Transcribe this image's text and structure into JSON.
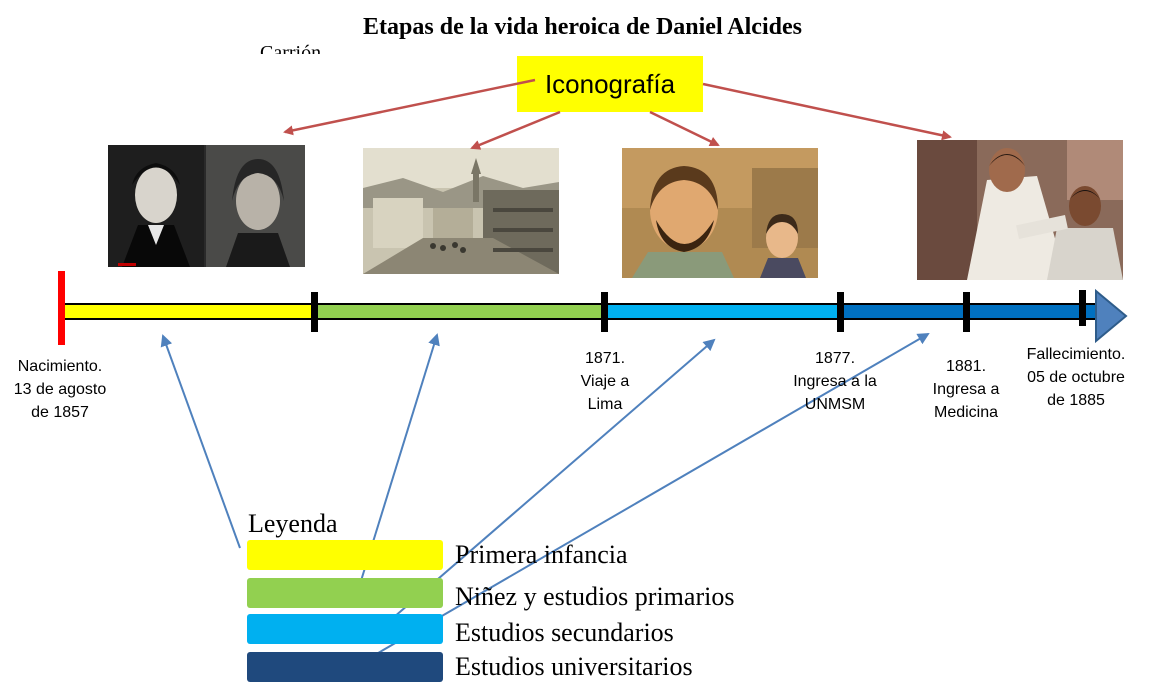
{
  "title": "Etapas de la vida heroica de Daniel Alcides",
  "stray_text": "Carrión",
  "iconografia_label": "Iconografía",
  "colors": {
    "yellow": "#ffff00",
    "green": "#92d050",
    "light_blue": "#00b0f0",
    "mid_blue": "#0070c0",
    "dark_blue": "#1f497d",
    "red_arrow": "#c0504d",
    "blue_arrow": "#4f81bd"
  },
  "milestones": [
    {
      "label": "Nacimiento.\n13 de agosto\nde 1857"
    },
    {
      "label": "1871.\nViaje a\nLima"
    },
    {
      "label": "1877.\nIngresa a la\nUNMSM"
    },
    {
      "label": "1881.\nIngresa a\nMedicina"
    },
    {
      "label": "Fallecimiento.\n05 de octubre\nde 1885"
    }
  ],
  "legend": {
    "title": "Leyenda",
    "items": [
      {
        "label": "Primera infancia",
        "color": "#ffff00"
      },
      {
        "label": "Niñez y estudios primarios",
        "color": "#92d050"
      },
      {
        "label": "Estudios secundarios",
        "color": "#00b0f0"
      },
      {
        "label": "Estudios universitarios",
        "color": "#1f497d"
      }
    ]
  },
  "images": [
    {
      "icon": "portrait-parents-photo"
    },
    {
      "icon": "old-town-postcard-photo"
    },
    {
      "icon": "animated-scene-photo"
    },
    {
      "icon": "medical-scene-photo"
    }
  ]
}
